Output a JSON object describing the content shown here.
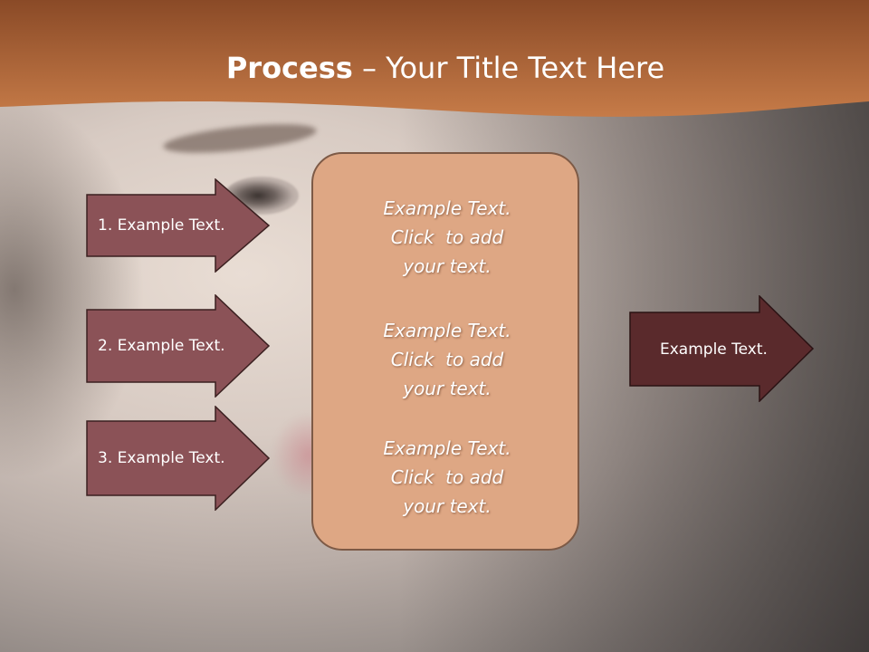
{
  "title": {
    "bold": "Process",
    "rest": " – Your Title Text Here"
  },
  "left_arrows": [
    {
      "label": "1. Example Text."
    },
    {
      "label": "2. Example Text."
    },
    {
      "label": "3. Example Text."
    }
  ],
  "center_blocks": [
    {
      "lines": [
        "Example Text.",
        "Click  to add",
        "your text."
      ]
    },
    {
      "lines": [
        "Example Text.",
        "Click  to add",
        "your text."
      ]
    },
    {
      "lines": [
        "Example Text.",
        "Click  to add",
        "your text."
      ]
    }
  ],
  "right_arrow": {
    "label": "Example Text."
  },
  "colors": {
    "header_orange": "#b9663a",
    "left_arrow_fill": "#8b5257",
    "right_arrow_fill": "#5a2a2c",
    "center_fill": "#dea784"
  }
}
